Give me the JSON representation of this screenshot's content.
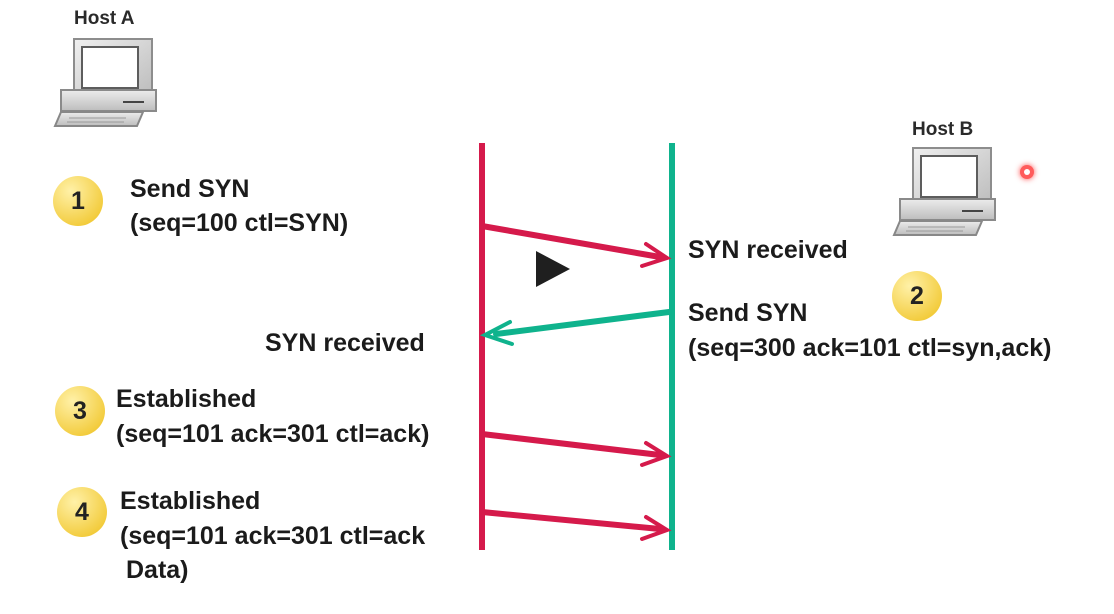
{
  "hosts": {
    "a": {
      "label": "Host A"
    },
    "b": {
      "label": "Host B"
    }
  },
  "steps": [
    {
      "number": "1",
      "title": "Send SYN",
      "detail": "(seq=100 ctl=SYN)"
    },
    {
      "number": "2",
      "title": "Send SYN",
      "detail": "(seq=300 ack=101 ctl=syn,ack)"
    },
    {
      "number": "3",
      "title": "Established",
      "detail": "(seq=101 ack=301 ctl=ack)"
    },
    {
      "number": "4",
      "title": "Established",
      "detail": "(seq=101 ack=301 ctl=ack",
      "extra": "Data)"
    }
  ],
  "events": {
    "host_b_received": "SYN received",
    "host_a_received": "SYN received"
  },
  "colors": {
    "host_a_line": "#d51a4b",
    "host_b_line": "#0fb38d",
    "badge_fill": "#f4d04c"
  },
  "overlay": {
    "play_icon": "play-icon",
    "cursor_dot": "cursor-dot-icon"
  }
}
